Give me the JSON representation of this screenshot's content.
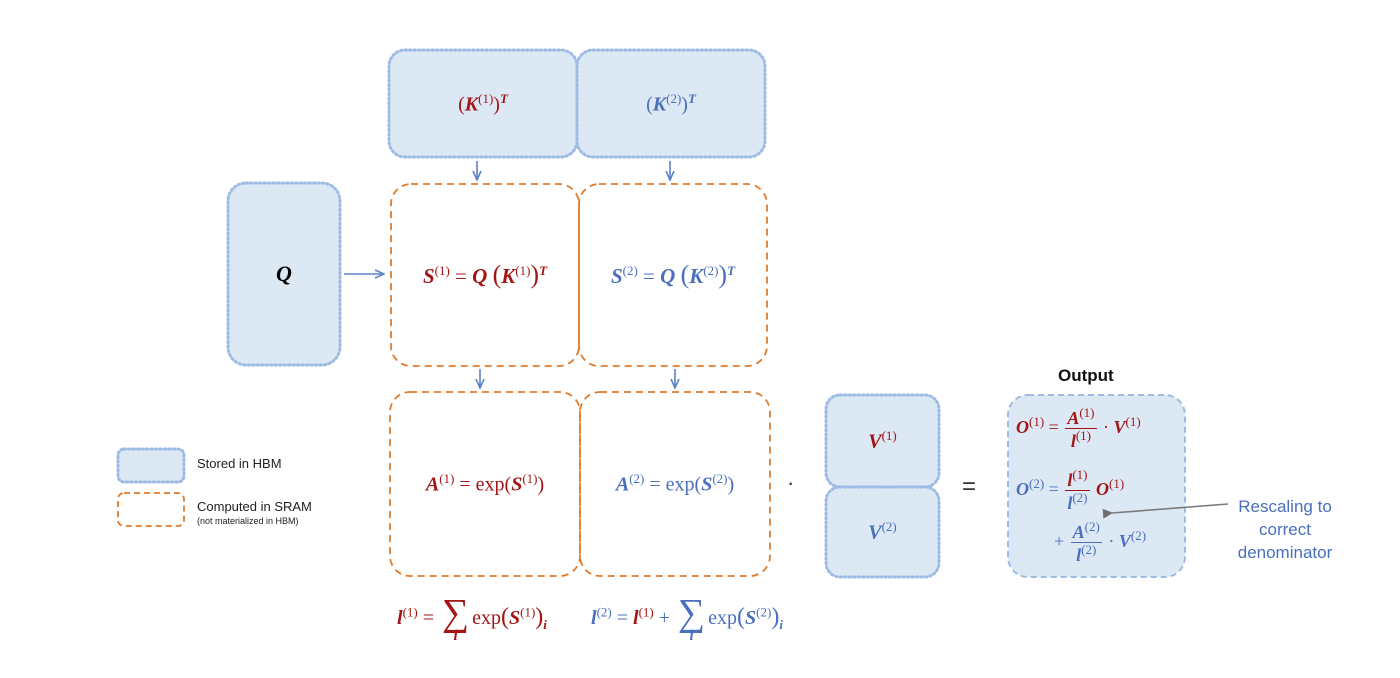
{
  "colors": {
    "hbm_fill": "#dde8f5",
    "hbm_border": "#9dbbe3",
    "sram_border": "#e07b2c",
    "block1": "#a31515",
    "block2": "#4a6fbd",
    "arrow": "#5b82c7",
    "annotation_arrow": "#7a7a7a"
  },
  "icons": {
    "dot_operator": "·",
    "equals_operator": "="
  },
  "labels": {
    "q": "Q",
    "output_title": "Output",
    "legend_hbm": "Stored in HBM",
    "legend_sram": "Computed in SRAM",
    "legend_sram_note": "(not materialized in HBM)",
    "annotation": "Rescaling to correct denominator",
    "dot": "·",
    "equals": "="
  }
}
